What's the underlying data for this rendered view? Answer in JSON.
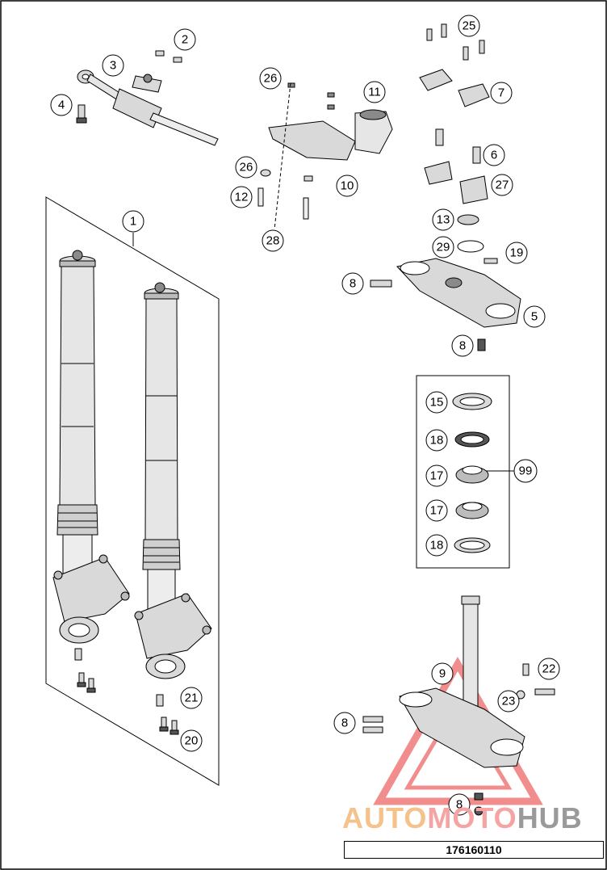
{
  "document_code": "176160110",
  "watermark": {
    "part1": "AUTO",
    "part2": "MOTO",
    "part3": "HUB"
  },
  "colors": {
    "line": "#000000",
    "part_fill": "#d9d9d9",
    "part_dark": "#8a8a8a",
    "watermark_red": "#f07a7a",
    "watermark_orange": "#f4c28a",
    "watermark_gray": "#9a9a9a"
  },
  "callouts": [
    "1",
    "2",
    "3",
    "4",
    "5",
    "6",
    "7",
    "8",
    "8",
    "8",
    "8",
    "9",
    "10",
    "11",
    "12",
    "13",
    "15",
    "17",
    "17",
    "18",
    "18",
    "19",
    "20",
    "21",
    "22",
    "23",
    "25",
    "26",
    "26",
    "27",
    "28",
    "29",
    "99"
  ]
}
